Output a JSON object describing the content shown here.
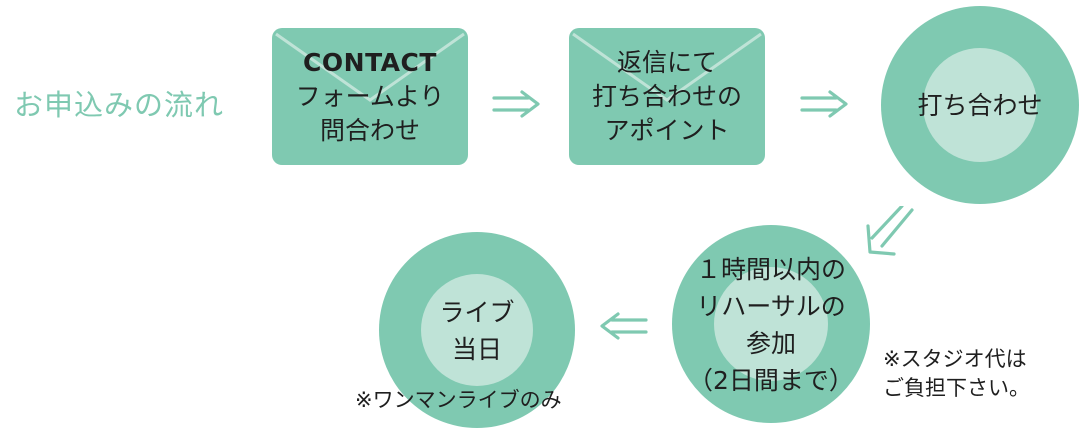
{
  "flow_title": "お申込みの流れ",
  "colors": {
    "accent": "#7fc9b1",
    "inner": "#bfe3d7",
    "title": "#7fc9b1",
    "arrow": "#7fc9b1"
  },
  "steps": {
    "contact": {
      "line1": "CONTACT",
      "line2": "フォームより",
      "line3": "問合わせ"
    },
    "reply": {
      "line1": "返信にて",
      "line2": "打ち合わせの",
      "line3": "アポイント"
    },
    "meeting": {
      "label": "打ち合わせ"
    },
    "rehearsal": {
      "line1": "１時間以内の",
      "line2": "リハーサルの",
      "line3": "参加",
      "line4": "（2日間まで）"
    },
    "live": {
      "line1": "ライブ",
      "line2": "当日"
    }
  },
  "notes": {
    "studio_line1": "※スタジオ代は",
    "studio_line2": "ご負担下さい。",
    "oneman": "※ワンマンライブのみ"
  },
  "arrow_glyph": "⇒"
}
